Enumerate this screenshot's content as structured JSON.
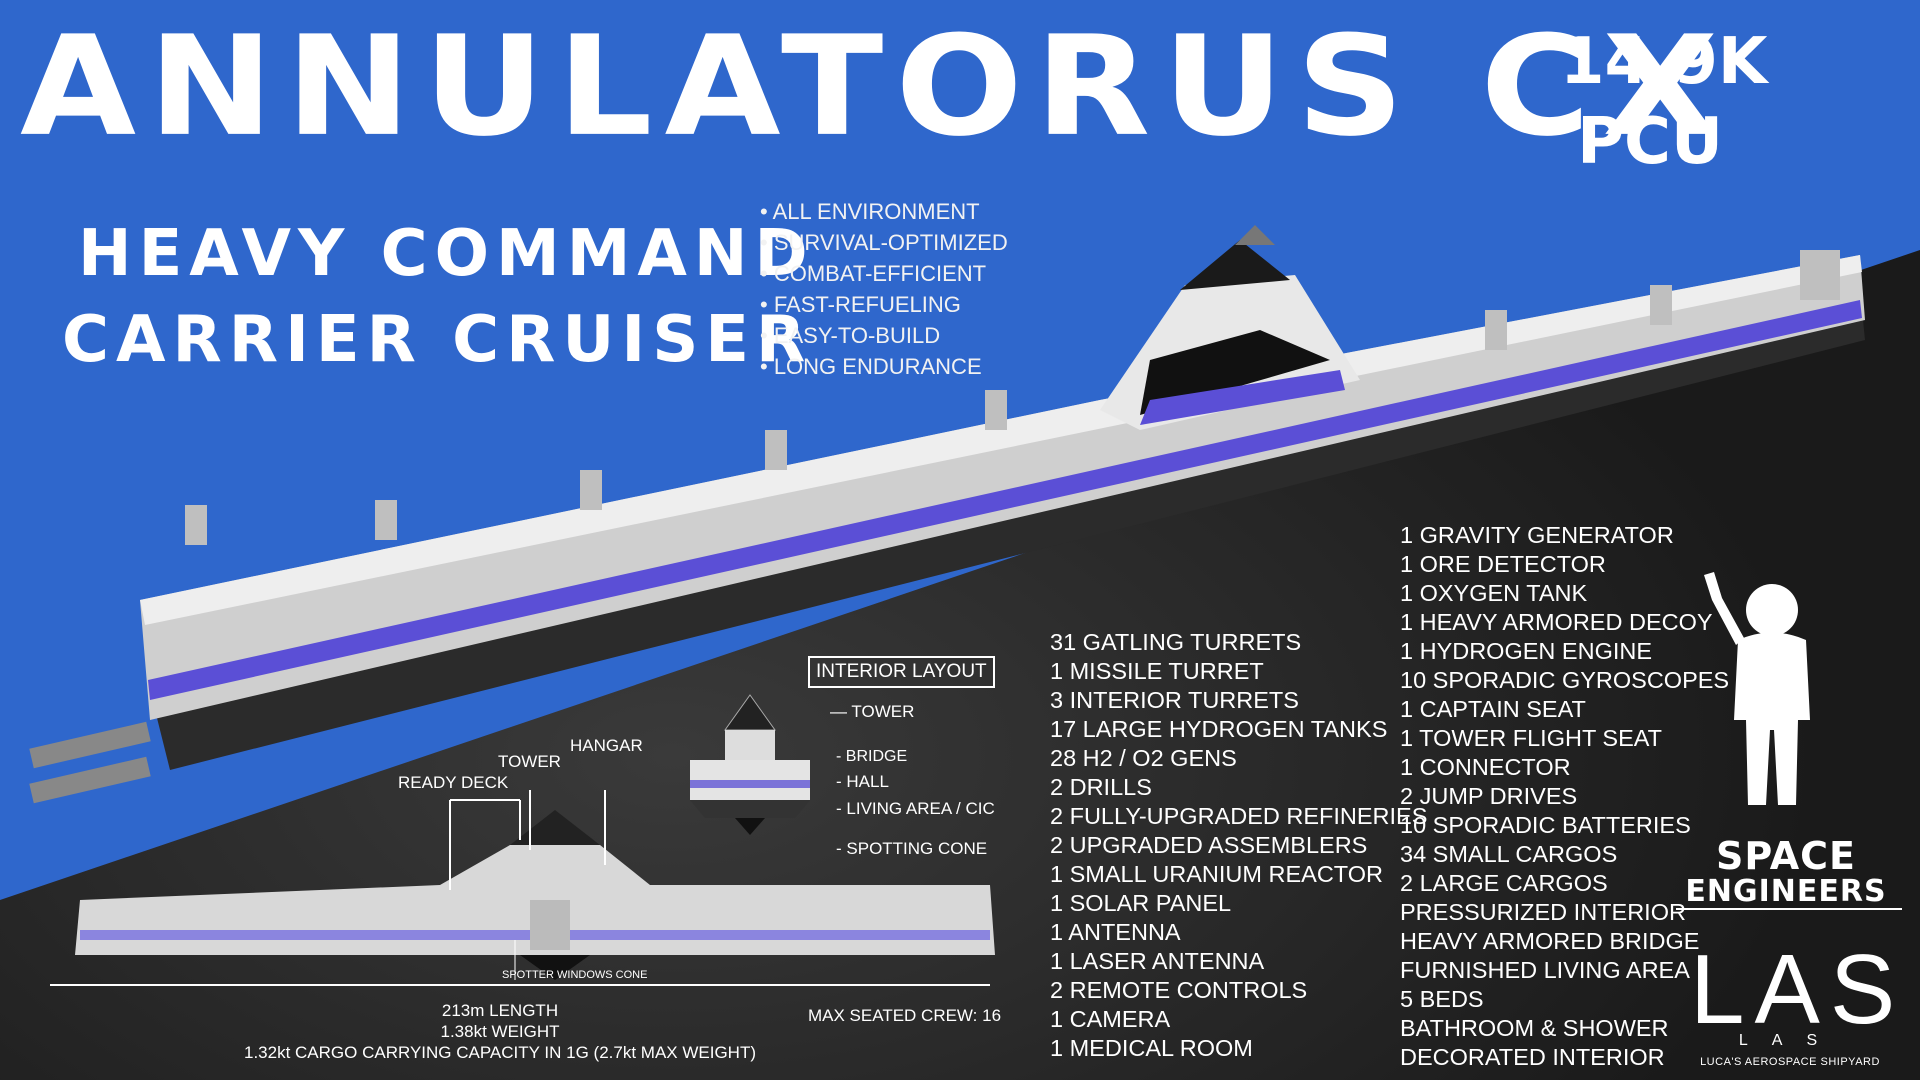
{
  "title": "ANNULATORUS CX",
  "pcu": {
    "value": "14.9K",
    "unit": "PCU"
  },
  "subtitle": {
    "line1": "HEAVY COMMAND",
    "line2": "CARRIER CRUISER"
  },
  "features": [
    "• ALL ENVIRONMENT",
    "• SURVIVAL-OPTIMIZED",
    "• COMBAT-EFFICIENT",
    "• FAST-REFUELING",
    "• EASY-TO-BUILD",
    "• LONG ENDURANCE"
  ],
  "diagram": {
    "interior_title": "INTERIOR LAYOUT",
    "interior_labels": {
      "tower": "TOWER",
      "bridge": "BRIDGE",
      "hall": "HALL",
      "living": "LIVING AREA / CIC",
      "spotting": "SPOTTING CONE"
    },
    "side_labels": {
      "ready_deck": "READY DECK",
      "tower": "TOWER",
      "hangar": "HANGAR",
      "spotter": "SPOTTER WINDOWS CONE"
    }
  },
  "stats": {
    "length": "213m LENGTH",
    "weight": "1.38kt WEIGHT",
    "cargo": "1.32kt CARGO CARRYING CAPACITY IN 1G (2.7kt MAX WEIGHT)",
    "crew": "MAX SEATED CREW: 16"
  },
  "components_left": [
    "31 GATLING TURRETS",
    "1 MISSILE TURRET",
    "3 INTERIOR TURRETS",
    "17 LARGE HYDROGEN TANKS",
    "28 H2 / O2 GENS",
    "2 DRILLS",
    "2 FULLY-UPGRADED REFINERIES",
    "2 UPGRADED ASSEMBLERS",
    "1 SMALL URANIUM REACTOR",
    "1 SOLAR PANEL",
    "1 ANTENNA",
    "1 LASER ANTENNA",
    "2 REMOTE CONTROLS",
    "1 CAMERA",
    "1 MEDICAL ROOM"
  ],
  "components_right": [
    "1 GRAVITY GENERATOR",
    "1 ORE DETECTOR",
    "1 OXYGEN TANK",
    "1 HEAVY ARMORED DECOY",
    "1 HYDROGEN ENGINE",
    "10  SPORADIC GYROSCOPES",
    "1 CAPTAIN SEAT",
    "1 TOWER FLIGHT SEAT",
    "1 CONNECTOR",
    "2 JUMP DRIVES",
    "10 SPORADIC BATTERIES",
    "34 SMALL CARGOS",
    "2 LARGE CARGOS",
    "PRESSURIZED INTERIOR",
    "HEAVY ARMORED BRIDGE",
    "FURNISHED LIVING AREA",
    "5 BEDS",
    "BATHROOM & SHOWER",
    "DECORATED INTERIOR"
  ],
  "logos": {
    "se_line1": "SPACE",
    "se_line2": "ENGINEERS",
    "las_big": "LAS",
    "las_mid": "LAS",
    "las_full": "LUCA'S AEROSPACE SHIPYARD"
  },
  "colors": {
    "blue": "#2f67cc",
    "dark": "#1e1e1e",
    "hull": "#d9d9d9",
    "accent": "#5b4fd6"
  }
}
